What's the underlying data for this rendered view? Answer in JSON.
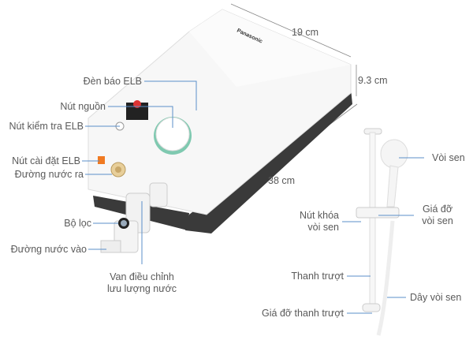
{
  "dimensions": {
    "width": "19 cm",
    "height": "9.3 cm",
    "length": "38 cm"
  },
  "heater_labels": {
    "elb_indicator": "Đèn báo ELB",
    "power_knob": "Nút nguồn",
    "elb_test": "Nút kiểm tra ELB",
    "elb_reset": "Nút cài đặt ELB",
    "water_out": "Đường nước ra",
    "filter": "Bộ lọc",
    "water_in": "Đường nước vào",
    "flow_valve_line1": "Van điều chỉnh",
    "flow_valve_line2": "lưu lượng nước"
  },
  "shower_labels": {
    "shower_head": "Vòi sen",
    "lock_line1": "Nút khóa",
    "lock_line2": "vòi sen",
    "holder_line1": "Giá đỡ",
    "holder_line2": "vòi sen",
    "slide_bar": "Thanh trượt",
    "hose": "Dây vòi sen",
    "bar_bracket": "Giá đỡ thanh trượt"
  },
  "brand_logo": "Panasonic",
  "colors": {
    "leader": "#5b8fc9",
    "text": "#5a5a5a",
    "body_dark": "#3a3a3a",
    "ring": "#7fc9b0",
    "orange": "#f07a22"
  }
}
